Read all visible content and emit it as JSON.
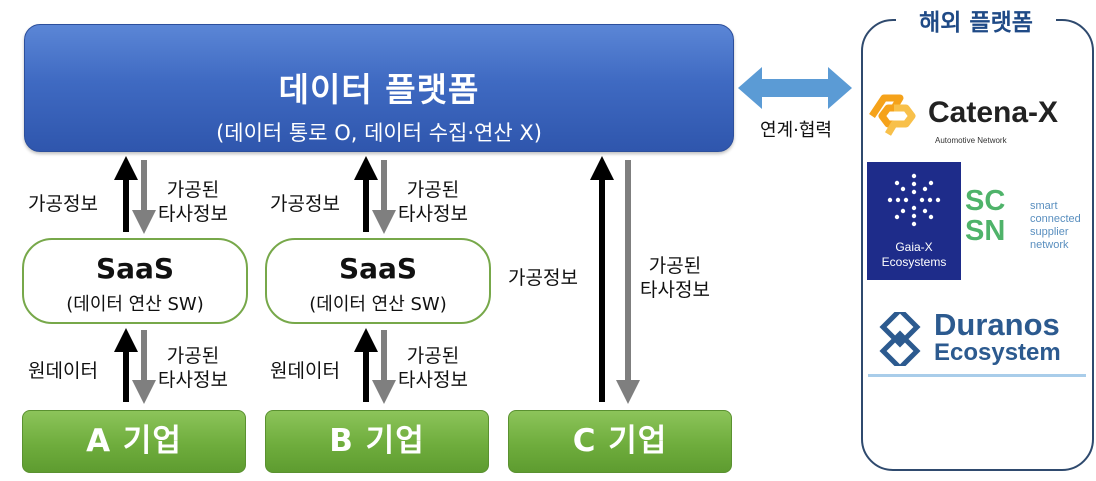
{
  "platform": {
    "title": "데이터 플랫폼",
    "subtitle": "(데이터 통로 O, 데이터 수집·연산 X)"
  },
  "saas": {
    "title": "SaaS",
    "subtitle": "(데이터 연산 SW)"
  },
  "companies": {
    "a": "A 기업",
    "b": "B 기업",
    "c": "C 기업"
  },
  "flows": {
    "processed_info": "가공정보",
    "processed_other_line1": "가공된",
    "processed_other_line2": "타사정보",
    "raw_data": "원데이터"
  },
  "link_label": "연계·협력",
  "overseas": {
    "title": "해외 플랫폼",
    "catena": {
      "name": "Catena-X",
      "tagline": "Automotive Network"
    },
    "gaia": {
      "line1": "Gaia-X",
      "line2": "Ecosystems"
    },
    "scsn": {
      "letters_top": "SC",
      "letters_bottom": "SN",
      "line1": "smart",
      "line2": "connected",
      "line3": "supplier",
      "line4": "network"
    },
    "duranos": {
      "line1": "Duranos",
      "line2": "Ecosystem"
    }
  },
  "colors": {
    "platform_blue": "#3f6ac2",
    "saas_border": "#77a84a",
    "company_green": "#6fad3d",
    "link_arrow": "#5b9bd5",
    "overseas_title": "#1f4a86",
    "catena_orange": "#f5a21a",
    "gaia_navy": "#1e2c8a",
    "scsn_green": "#4fb36a",
    "duranos_blue": "#2c5a8f"
  }
}
